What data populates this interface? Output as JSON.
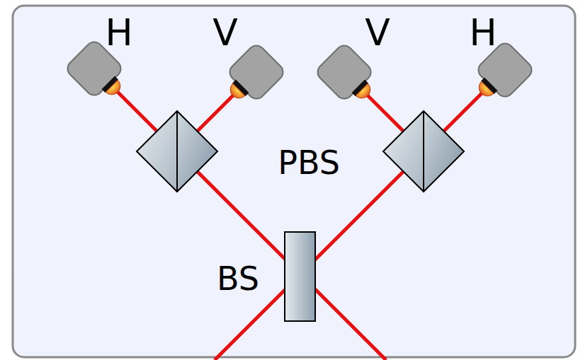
{
  "diagram": {
    "labels": [
      "H",
      "V",
      "V",
      "H",
      "PBS",
      "BS"
    ]
  }
}
